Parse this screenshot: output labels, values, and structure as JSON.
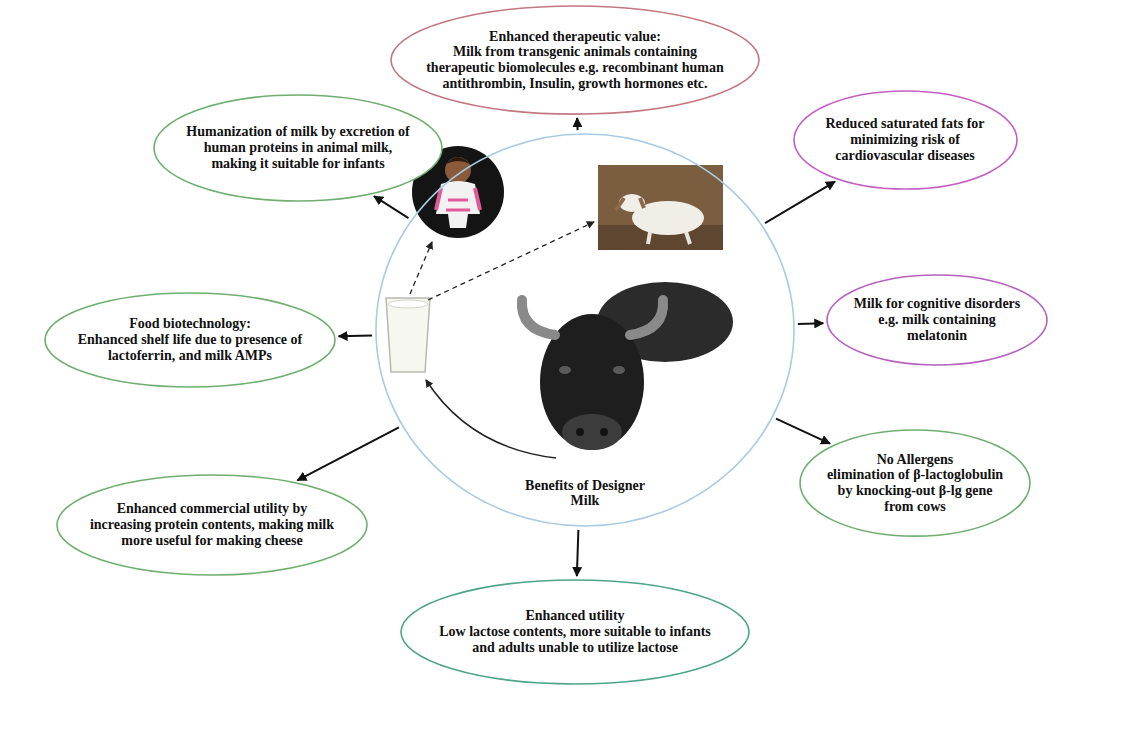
{
  "diagram": {
    "nodes": [
      {
        "text": [
          "Enhanced therapeutic value:",
          "Milk from transgenic animals containing therapeutic biomolecules e.g. recombinant human antithrombin, Insulin, growth hormones etc."
        ]
      },
      {
        "text": [
          "Humanization of milk by excretion of human proteins in animal milk, making it suitable for infants"
        ]
      },
      {
        "text": [
          "Reduced saturated fats for minimizing risk of cardiovascular diseases"
        ]
      },
      {
        "text": [
          "Food biotechnology:",
          "Enhanced shelf life due to presence of lactoferrin, and milk AMPs"
        ]
      },
      {
        "text": [
          "Benefits of Designer Milk"
        ]
      },
      {
        "text": [
          "Milk for cognitive disorders e.g. milk containing melatonin"
        ]
      },
      {
        "text": [
          "Enhanced commercial utility by increasing protein contents, making milk more useful for making cheese"
        ]
      },
      {
        "text": [
          "No Allergens",
          "elimination of β-lactoglobulin by knocking-out β-lg gene from cows"
        ]
      },
      {
        "text": [
          "Enhanced utility",
          "Low lactose contents, more suitable to infants and adults unable to utilize lactose"
        ]
      }
    ],
    "edges": [
      {
        "from": 4,
        "to": 0,
        "arrow": "to"
      },
      {
        "from": 4,
        "to": 1,
        "arrow": "to"
      },
      {
        "from": 4,
        "to": 2,
        "arrow": "to"
      },
      {
        "from": 4,
        "to": 3,
        "arrow": "to"
      },
      {
        "from": 4,
        "to": 5,
        "arrow": "to"
      },
      {
        "from": 4,
        "to": 6,
        "arrow": "to"
      },
      {
        "from": 4,
        "to": 7,
        "arrow": "to"
      },
      {
        "from": 4,
        "to": 8,
        "arrow": "to"
      }
    ]
  }
}
